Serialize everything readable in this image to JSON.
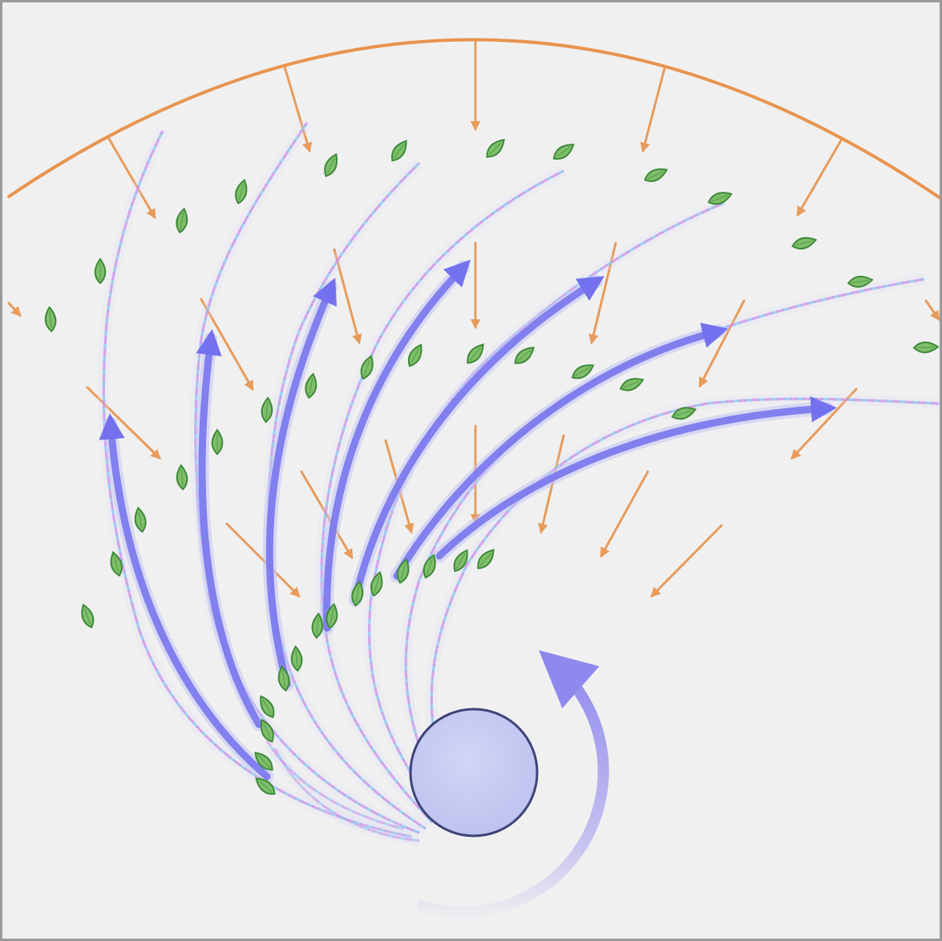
{
  "diagram": {
    "colors": {
      "background": "#f0f0f0",
      "border": "#9a9a9a",
      "orange": "#e8944f",
      "blue_arrow": "#7b78ee",
      "strand_blue": "#6cc0ee",
      "strand_violet": "#c87ae8",
      "leaf_fill": "#7fbf6a",
      "leaf_stroke": "#3e8a3a",
      "hub_fill": "#c6caf1",
      "hub_stroke": "#3e4478",
      "rotation": "#9f98ee"
    },
    "elements": {
      "outer_arc": "orange-boundary-arc",
      "inward_arrows": "orange-inward-arrows",
      "flow_arrows": "blue-curved-flow-arrows",
      "strands": "twisted-double-strands",
      "leaves": "green-leaf-icons",
      "hub": "central-circle",
      "rotation": "rotation-arrow"
    }
  }
}
